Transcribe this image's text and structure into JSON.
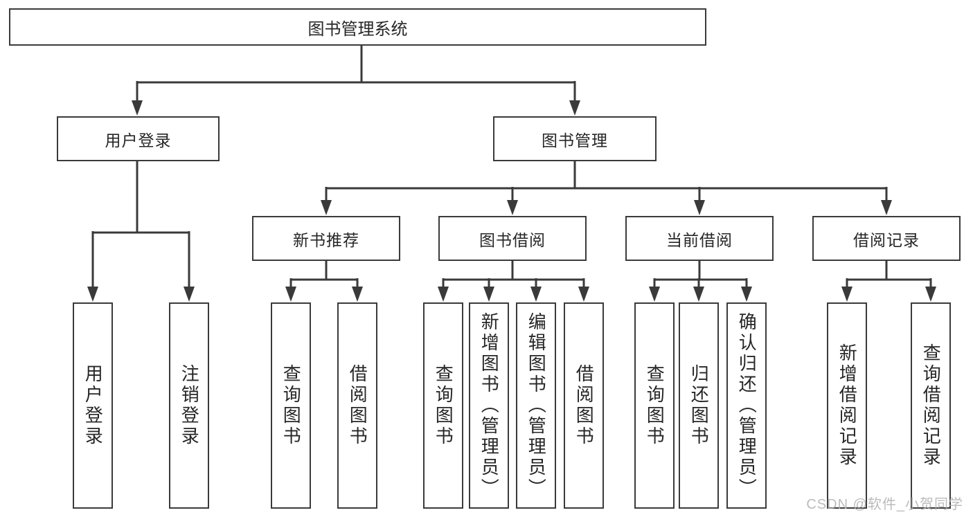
{
  "root": {
    "label": "图书管理系统"
  },
  "branches": [
    {
      "label": "用户登录",
      "children": [
        {
          "label": "用户登录"
        },
        {
          "label": "注销登录"
        }
      ]
    },
    {
      "label": "图书管理",
      "children": [
        {
          "label": "新书推荐",
          "children": [
            {
              "label": "查询图书"
            },
            {
              "label": "借阅图书"
            }
          ]
        },
        {
          "label": "图书借阅",
          "children": [
            {
              "label": "查询图书"
            },
            {
              "label": "新增图书（管理员）"
            },
            {
              "label": "编辑图书（管理员）"
            },
            {
              "label": "借阅图书"
            }
          ]
        },
        {
          "label": "当前借阅",
          "children": [
            {
              "label": "查询图书"
            },
            {
              "label": "归还图书"
            },
            {
              "label": "确认归还（管理员）"
            }
          ]
        },
        {
          "label": "借阅记录",
          "children": [
            {
              "label": "新增借阅记录"
            },
            {
              "label": "查询借阅记录"
            }
          ]
        }
      ]
    }
  ],
  "watermark": "CSDN @软件_小贺同学",
  "colors": {
    "line": "#3a3a3a",
    "text": "#262626",
    "box_background": "#ffffff",
    "watermark": "#b0b0b0",
    "background": "#ffffff"
  }
}
